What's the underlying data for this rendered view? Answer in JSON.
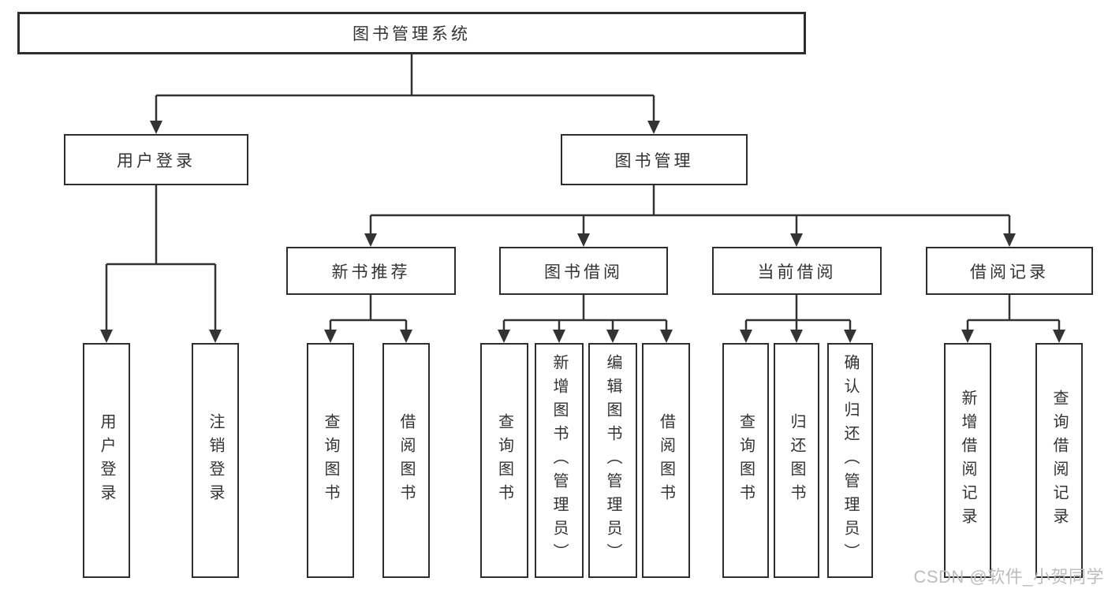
{
  "diagram": {
    "type": "hierarchy-tree",
    "root": {
      "label": "图书管理系统"
    },
    "branches": [
      {
        "label": "用户登录",
        "children": [
          {
            "label": "用户登录"
          },
          {
            "label": "注销登录"
          }
        ]
      },
      {
        "label": "图书管理",
        "children": [
          {
            "label": "新书推荐",
            "children": [
              {
                "label": "查询图书"
              },
              {
                "label": "借阅图书"
              }
            ]
          },
          {
            "label": "图书借阅",
            "children": [
              {
                "label": "查询图书"
              },
              {
                "label": "新增图书（管理员）"
              },
              {
                "label": "编辑图书（管理员）"
              },
              {
                "label": "借阅图书"
              }
            ]
          },
          {
            "label": "当前借阅",
            "children": [
              {
                "label": "查询图书"
              },
              {
                "label": "归还图书"
              },
              {
                "label": "确认归还（管理员）"
              }
            ]
          },
          {
            "label": "借阅记录",
            "children": [
              {
                "label": "新增借阅记录"
              },
              {
                "label": "查询借阅记录"
              }
            ]
          }
        ]
      }
    ]
  },
  "watermark": {
    "text": "CSDN @软件_小贺同学",
    "color": "#bdbdbd"
  },
  "colors": {
    "background": "#ffffff",
    "node_fill": "#ffffff",
    "node_border": "#2d2d2d",
    "connector": "#333333",
    "text": "#333333"
  }
}
